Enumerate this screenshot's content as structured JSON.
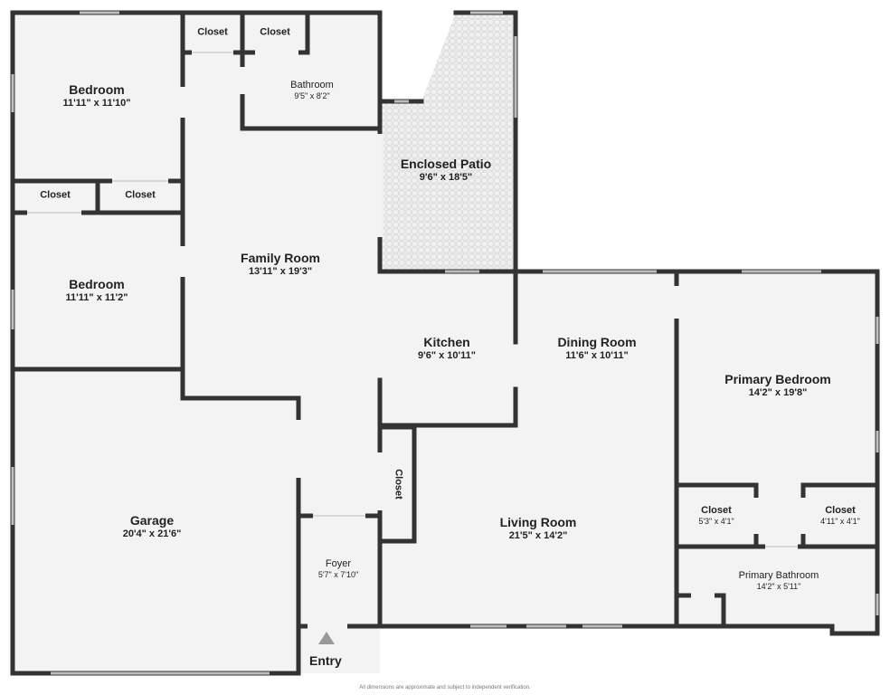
{
  "colors": {
    "wall": "#333333",
    "floor": "#f3f3f3",
    "patio": "#e4e4e4",
    "window": "#bdbdbd"
  },
  "rooms": {
    "bedroom1": {
      "name": "Bedroom",
      "dims": "11'11\" x 11'10\""
    },
    "closet_top1": {
      "name": "Closet"
    },
    "closet_top2": {
      "name": "Closet"
    },
    "bathroom": {
      "name": "Bathroom",
      "dims": "9'5\" x 8'2\""
    },
    "patio": {
      "name": "Enclosed Patio",
      "dims": "9'6\" x 18'5\""
    },
    "closet_left1": {
      "name": "Closet"
    },
    "closet_left2": {
      "name": "Closet"
    },
    "family": {
      "name": "Family Room",
      "dims": "13'11\" x 19'3\""
    },
    "bedroom2": {
      "name": "Bedroom",
      "dims": "11'11\" x 11'2\""
    },
    "kitchen": {
      "name": "Kitchen",
      "dims": "9'6\" x 10'11\""
    },
    "dining": {
      "name": "Dining Room",
      "dims": "11'6\" x 10'11\""
    },
    "primary_bed": {
      "name": "Primary Bedroom",
      "dims": "14'2\" x 19'8\""
    },
    "closet_mid": {
      "name": "Closet"
    },
    "garage": {
      "name": "Garage",
      "dims": "20'4\" x 21'6\""
    },
    "living": {
      "name": "Living Room",
      "dims": "21'5\" x 14'2\""
    },
    "closet_pb1": {
      "name": "Closet",
      "dims": "5'3\" x 4'1\""
    },
    "closet_pb2": {
      "name": "Closet",
      "dims": "4'11\" x 4'1\""
    },
    "foyer": {
      "name": "Foyer",
      "dims": "5'7\" x 7'10\""
    },
    "primary_bath": {
      "name": "Primary Bathroom",
      "dims": "14'2\" x 5'11\""
    }
  },
  "entry": "Entry",
  "disclaimer": "All dimensions are approximate and subject to independent verification."
}
